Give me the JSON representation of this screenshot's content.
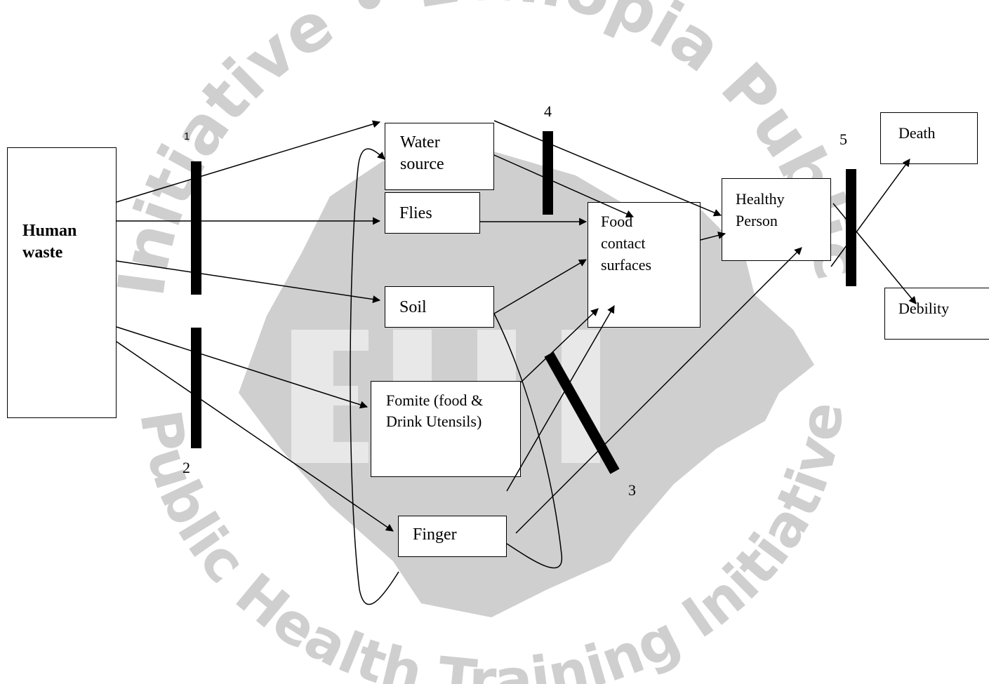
{
  "watermark": {
    "top_text": "Initiative • Ethiopia Public",
    "bottom_text": "Public Health Training Initiative",
    "center_logo_text": "EPHTI"
  },
  "nodes": {
    "human_waste": "Human\nwaste",
    "water_source": "Water\nsource",
    "flies": "Flies",
    "soil": "Soil",
    "fomite": "Fomite (food &\nDrink Utensils)",
    "finger": "Finger",
    "food_contact": "Food\ncontact\nsurfaces",
    "healthy_person": "Healthy\nPerson",
    "death": "Death",
    "debility": "Debility"
  },
  "barriers": {
    "b1": "1",
    "b2": "2",
    "b3": "3",
    "b4": "4",
    "b5": "5"
  },
  "colors": {
    "line": "#000000",
    "watermark": "#cfcfcf"
  }
}
